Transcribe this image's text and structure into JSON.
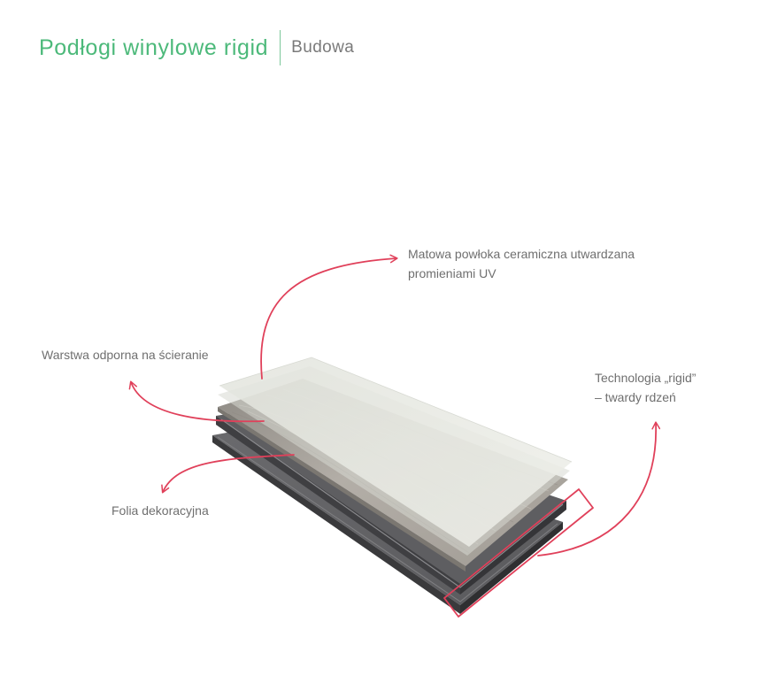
{
  "header": {
    "title": "Podłogi winylowe rigid",
    "subtitle": "Budowa"
  },
  "labels": {
    "uv_coating": {
      "line1": "Matowa powłoka ceramiczna utwardzana",
      "line2": "promieniami UV"
    },
    "wear_layer": {
      "line1": "Warstwa odporna na ścieranie"
    },
    "rigid_core": {
      "line1": "Technologia „rigid”",
      "line2": "– twardy rdzeń"
    },
    "decor_foil": {
      "line1": "Folia dekoracyjna"
    }
  },
  "colors": {
    "title_green": "#4cb97a",
    "arrow_red": "#e0405a",
    "label_gray": "#6f6f6f",
    "core_dark": "#4a4a4c",
    "decor_gray": "#a8a39c",
    "coating_light": "#e7e9e2"
  }
}
